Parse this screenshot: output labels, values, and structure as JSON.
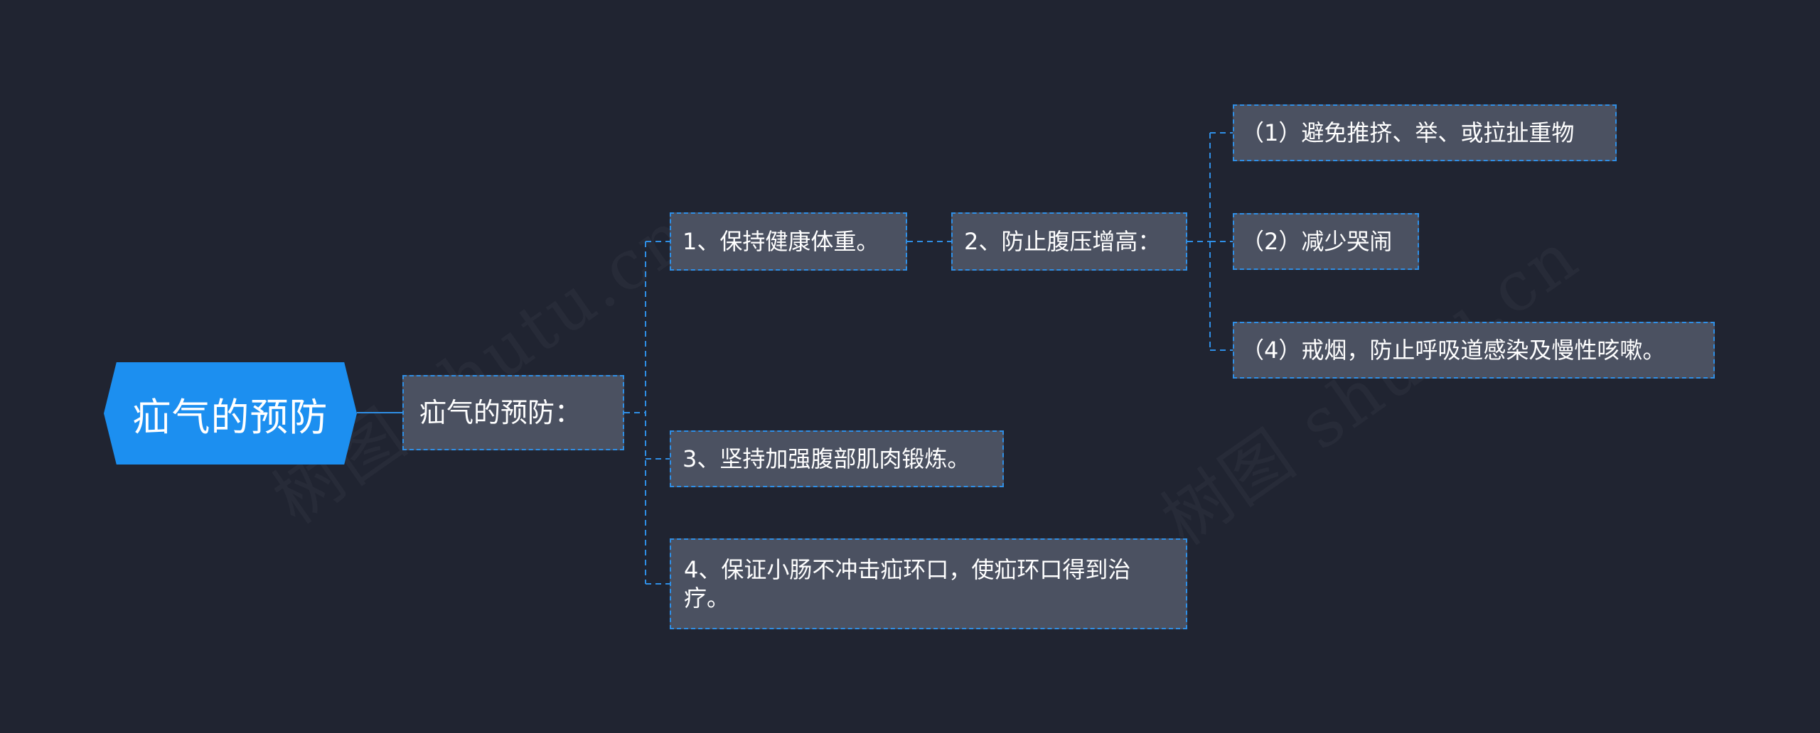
{
  "root": {
    "label": "疝气的预防"
  },
  "level1": {
    "label": "疝气的预防："
  },
  "branches": [
    {
      "label": "1、保持健康体重。"
    },
    {
      "label": "2、防止腹压增高："
    },
    {
      "label": "3、坚持加强腹部肌肉锻炼。"
    },
    {
      "label": "4、保证小肠不冲击疝环口，使疝环口得到治疗。"
    }
  ],
  "sub_items": [
    {
      "label": "（1）避免推挤、举、或拉扯重物"
    },
    {
      "label": "（2）减少哭闹"
    },
    {
      "label": "（4）戒烟，防止呼吸道感染及慢性咳嗽。"
    }
  ],
  "watermarks": [
    "树图 shutu.cn",
    "树图 shutu.cn"
  ],
  "colors": {
    "background": "#202431",
    "root_fill": "#1c8ff0",
    "node_fill": "#4b5161",
    "connector": "#2f8fe6",
    "text": "#ffffff"
  }
}
